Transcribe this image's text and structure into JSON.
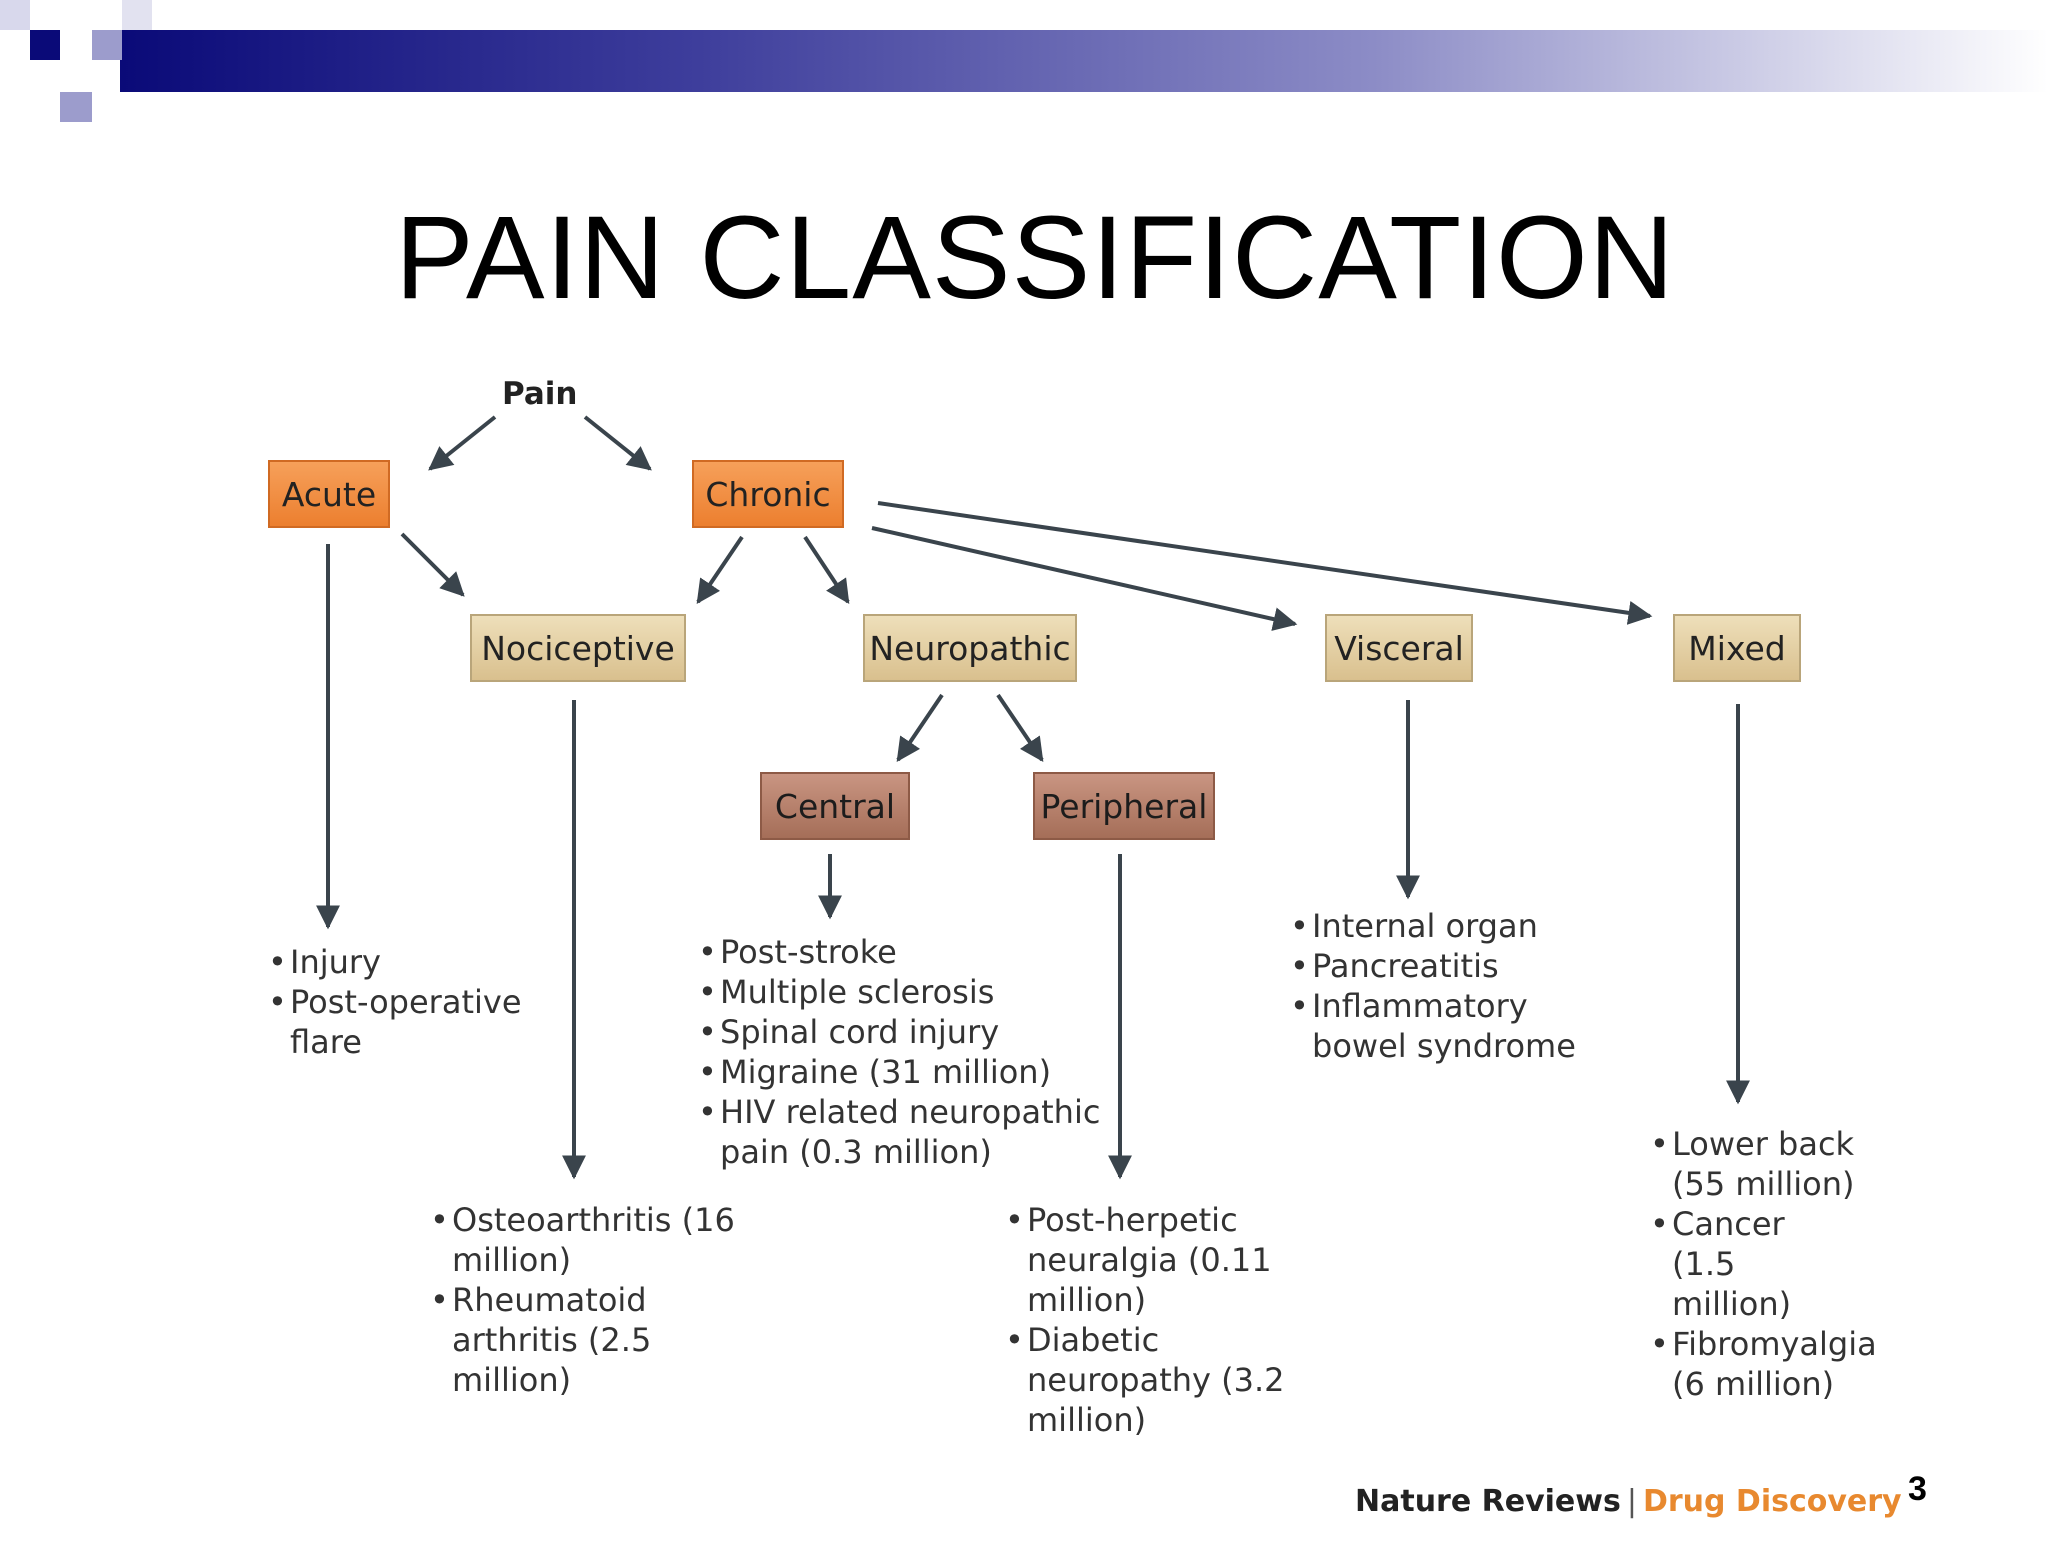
{
  "slide": {
    "title": "PAIN CLASSIFICATION",
    "page_number": "3",
    "credit": {
      "source": "Nature Reviews",
      "separator": "|",
      "journal": "Drug Discovery"
    }
  },
  "diagram": {
    "root": "Pain",
    "nodes": {
      "acute": "Acute",
      "chronic": "Chronic",
      "nociceptive": "Nociceptive",
      "neuropathic": "Neuropathic",
      "visceral": "Visceral",
      "mixed": "Mixed",
      "central": "Central",
      "peripheral": "Peripheral"
    },
    "lists": {
      "acute": [
        "Injury",
        "Post-operative flare"
      ],
      "nociceptive": [
        "Osteoarthritis (16 million)",
        "Rheumatoid arthritis (2.5 million)"
      ],
      "central": [
        "Post-stroke",
        "Multiple sclerosis",
        "Spinal cord injury",
        "Migraine (31 million)",
        "HIV related neuropathic pain (0.3 million)"
      ],
      "peripheral": [
        "Post-herpetic neuralgia (0.11 million)",
        "Diabetic neuropathy (3.2 million)"
      ],
      "visceral": [
        "Internal organ",
        "Pancreatitis",
        "Inflammatory bowel syndrome"
      ],
      "mixed": [
        "Lower back (55 million)",
        "Cancer (1.5 million)",
        "Fibromyalgia (6 million)"
      ]
    },
    "colors": {
      "acute_chronic": "#ec7f2f",
      "categories": "#d9c08e",
      "subtypes": "#a56e58",
      "arrows": "#3a444c"
    }
  }
}
